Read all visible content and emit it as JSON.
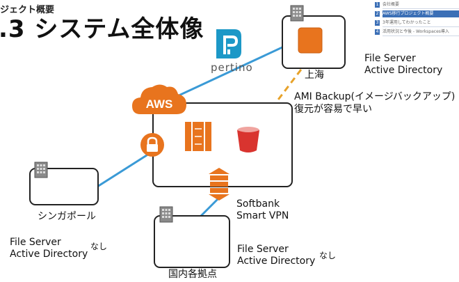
{
  "header": {
    "subtitle": "ジェクト概要",
    "title": ".3 システム全体像"
  },
  "agenda": {
    "items": [
      {
        "num": "1",
        "label": "会社概要",
        "active": false
      },
      {
        "num": "2",
        "label": "AWS移行プロジェクト概要",
        "active": true
      },
      {
        "num": "3",
        "label": "3年運用してわかったこと",
        "active": false
      },
      {
        "num": "4",
        "label": "活用状況と今後 - Workspaces導入",
        "active": false
      }
    ]
  },
  "pertino": {
    "label": "pertino"
  },
  "aws": {
    "label": "AWS"
  },
  "shanghai": {
    "name": "上海",
    "services": [
      "File Server",
      "Active Directory"
    ]
  },
  "backup": {
    "line1": "AMI Backup(イメージバックアップ)",
    "line2": "復元が容易で早い"
  },
  "singapore": {
    "name": "シンガポール",
    "services": [
      "File Server",
      "Active Directory"
    ],
    "note": "なし"
  },
  "vpn": {
    "line1": "Softbank",
    "line2": "Smart VPN"
  },
  "domestic": {
    "name": "国内各拠点",
    "services": [
      "File Server",
      "Active Directory"
    ],
    "note": "なし"
  },
  "colors": {
    "aws_orange": "#e8741e",
    "link_blue": "#3a9ad6",
    "backup_arrow": "#e7a22a",
    "s3_red": "#d9342f",
    "pertino_teal": "#1c98c7"
  }
}
